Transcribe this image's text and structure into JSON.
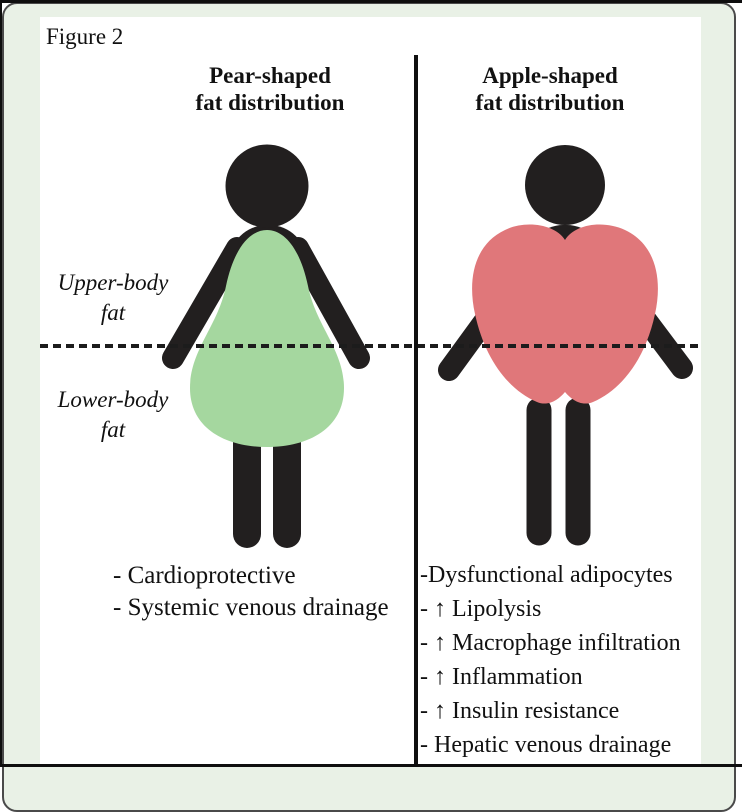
{
  "figure_label": "Figure 2",
  "colors": {
    "frame_background": "#e9f1e6",
    "frame_border": "#4a4a4a",
    "silhouette": "#221f1f",
    "pear_fill": "#a5d79f",
    "apple_fill": "#e0777a",
    "line": "#1c1c1c",
    "text": "#111111"
  },
  "left_panel": {
    "title_line1": "Pear-shaped",
    "title_line2": "fat distribution",
    "notes": [
      "- Cardioprotective",
      "- Systemic venous drainage"
    ]
  },
  "right_panel": {
    "title_line1": "Apple-shaped",
    "title_line2": "fat distribution",
    "notes": [
      "-Dysfunctional adipocytes",
      "- ↑ Lipolysis",
      "- ↑ Macrophage infiltration",
      "- ↑ Inflammation",
      "- ↑ Insulin resistance",
      "- Hepatic venous drainage"
    ]
  },
  "body_region_labels": {
    "upper_line1": "Upper-body",
    "upper_line2": "fat",
    "lower_line1": "Lower-body",
    "lower_line2": "fat"
  }
}
